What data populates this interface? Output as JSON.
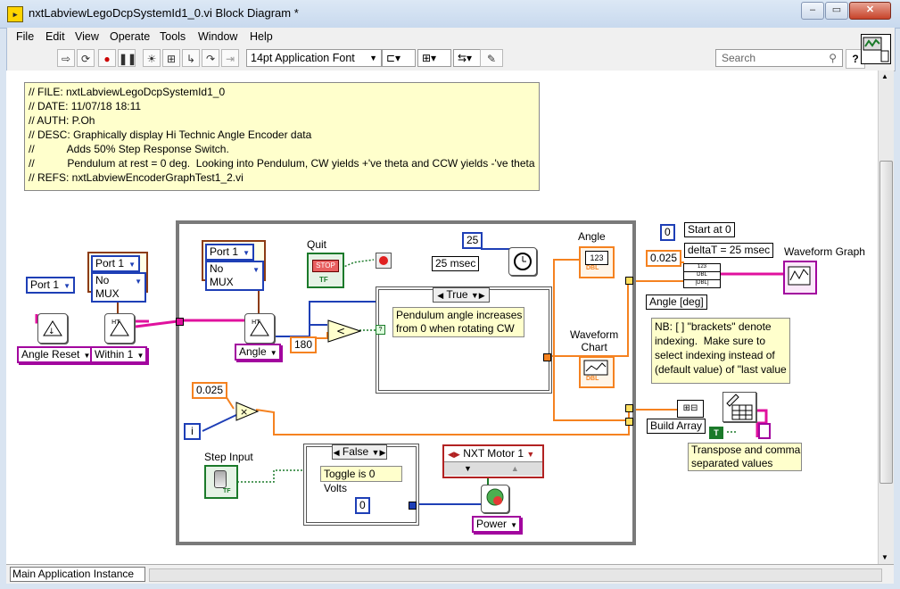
{
  "window": {
    "title": "nxtLabviewLegoDcpSystemId1_0.vi Block Diagram *",
    "buttons": [
      "–",
      "▭",
      "✕"
    ]
  },
  "menu": [
    "File",
    "Edit",
    "View",
    "Operate",
    "Tools",
    "Window",
    "Help"
  ],
  "toolbar": {
    "font_select": "14pt Application Font",
    "search_placeholder": "Search",
    "help": "?"
  },
  "comment": {
    "lines": [
      "// FILE: nxtLabviewLegoDcpSystemId1_0",
      "// DATE: 11/07/18 18:11",
      "// AUTH: P.Oh",
      "// DESC: Graphically display Hi Technic Angle Encoder data",
      "//           Adds 50% Step Response Switch.",
      "//           Pendulum at rest = 0 deg.  Looking into Pendulum, CW yields +'ve theta and CCW yields -'ve theta",
      "// REFS: nxtLabviewEncoderGraphTest1_2.vi"
    ]
  },
  "diagram": {
    "port1_left": "Port 1",
    "port1_mux": "Port 1",
    "mux_left": "No MUX",
    "port1_inner": "Port 1",
    "mux_inner": "No MUX",
    "angle_reset": "Angle Reset",
    "within": "Within 1",
    "angle_ring": "Angle",
    "quit_label": "Quit",
    "stop_text": "STOP",
    "tf_text": "TF",
    "const_25": "25",
    "msec_label": "25 msec",
    "const_180": "180",
    "case_true": "True",
    "case_true_comment": "Pendulum angle increases\nfrom 0 when rotating CW",
    "angle_ind_label": "Angle",
    "angle_ind_val": "123",
    "dbl": "DBL",
    "wchart_label": "Waveform\nChart",
    "const_0025_a": "0.025",
    "const_0025_b": "0.025",
    "const_i": "i",
    "step_input": "Step Input",
    "case_false": "False",
    "case_false_comment": "Toggle is 0 Volts",
    "const_0_inner": "0",
    "motor": "NXT Motor 1",
    "power": "Power",
    "const_0_top": "0",
    "start_comment": "Start at 0",
    "deltat_comment": "deltaT = 25 msec",
    "wgraph_label": "Waveform Graph",
    "angle_deg": "Angle [deg]",
    "nb_comment": "NB: [ ] \"brackets\" denote\nindexing.  Make sure to\nselect indexing instead of\n(default value) of \"last value",
    "build_array": "Build Array",
    "transpose_comment": "Transpose and comma\nseparated values",
    "const_t": "T"
  },
  "status": {
    "instance": "Main Application Instance"
  },
  "colors": {
    "wire_pink": "#e0119e",
    "wire_orange": "#f58220",
    "wire_blue": "#1e3fb6",
    "wire_green": "#1b7a2a",
    "wire_brown": "#8c3c14",
    "comment_bg": "#ffffcc"
  }
}
